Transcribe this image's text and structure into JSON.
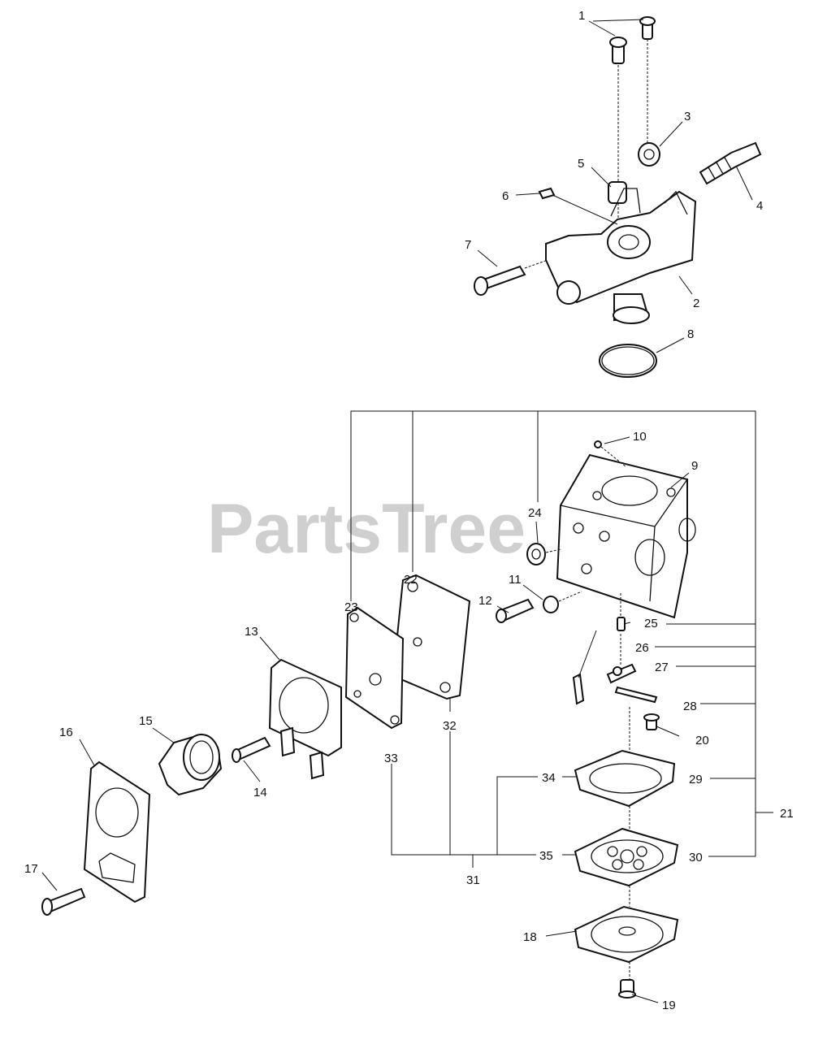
{
  "watermark": "PartsTree",
  "callouts": {
    "c1": "1",
    "c2": "2",
    "c3": "3",
    "c4": "4",
    "c5": "5",
    "c6": "6",
    "c7": "7",
    "c8": "8",
    "c9": "9",
    "c10": "10",
    "c11": "11",
    "c12": "12",
    "c13": "13",
    "c14": "14",
    "c15": "15",
    "c16": "16",
    "c17": "17",
    "c18": "18",
    "c19": "19",
    "c20": "20",
    "c21": "21",
    "c22": "22",
    "c23": "23",
    "c24": "24",
    "c25": "25",
    "c26": "26",
    "c27": "27",
    "c28": "28",
    "c29": "29",
    "c30": "30",
    "c31": "31",
    "c32": "32",
    "c33": "33",
    "c34": "34",
    "c35": "35"
  }
}
